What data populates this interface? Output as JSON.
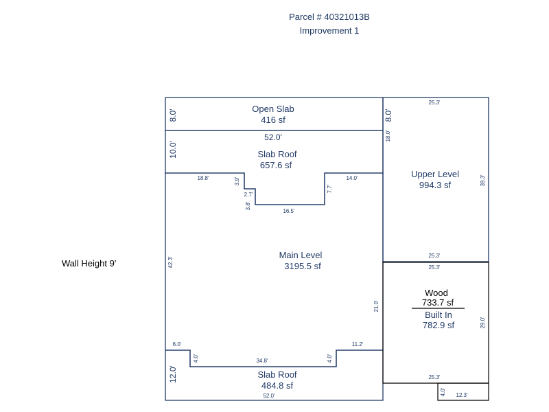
{
  "header": {
    "parcel": "Parcel # 40321013B",
    "improvement": "Improvement 1"
  },
  "wall_height": "Wall Height 9'",
  "areas": {
    "open_slab": {
      "name": "Open Slab",
      "size": "416 sf"
    },
    "slab_roof_top": {
      "name": "Slab Roof",
      "size": "657.6 sf"
    },
    "main_level": {
      "name": "Main Level",
      "size": "3195.5 sf"
    },
    "upper_level": {
      "name": "Upper Level",
      "size": "994.3 sf"
    },
    "wood": {
      "name": "Wood",
      "size": "733.7 sf"
    },
    "built_in": {
      "name": "Built In",
      "size": "782.9 sf"
    },
    "slab_roof_bottom": {
      "name": "Slab Roof",
      "size": "484.8 sf"
    }
  },
  "dimensions": {
    "open_slab_height": "8.0'",
    "top_width": "52.0'",
    "slab_roof_height": "10.0'",
    "left_notch_width": "18.8'",
    "notch_drop_1": "3.9'",
    "notch_step": "2.7'",
    "notch_drop_2": "3.8'",
    "notch_bottom": "16.5'",
    "right_notch_drop": "7.7'",
    "right_notch_width": "14.0'",
    "main_left_height": "42.3'",
    "upper_top": "25.3'",
    "upper_left_height": "8.0'",
    "upper_left_small": "18.0'",
    "upper_right_height": "39.3'",
    "upper_bottom": "25.3'",
    "wood_top": "25.3'",
    "main_right_height": "21.0'",
    "wood_right_height": "29.0'",
    "bottom_left_step": "6.0'",
    "bottom_left_drop": "4.0'",
    "bottom_middle": "34.8'",
    "bottom_right_drop": "4.0'",
    "bottom_right_step": "11.2'",
    "bottom_slab_height": "12.0'",
    "bottom_width": "52.0'",
    "wood_bottom": "25.3'",
    "small_box_height": "4.0'",
    "small_box_width": "12.3'"
  }
}
